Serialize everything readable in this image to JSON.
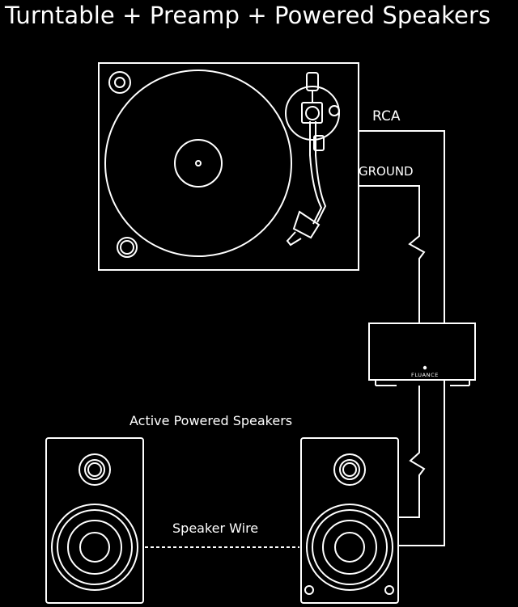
{
  "title": "Turntable + Preamp + Powered Speakers",
  "labels": {
    "rca": "RCA",
    "ground": "GROUND",
    "speakers": "Active Powered Speakers",
    "speaker_wire": "Speaker Wire",
    "preamp_brand": "FLUANCE"
  },
  "colors": {
    "background": "#000000",
    "line": "#ffffff"
  }
}
